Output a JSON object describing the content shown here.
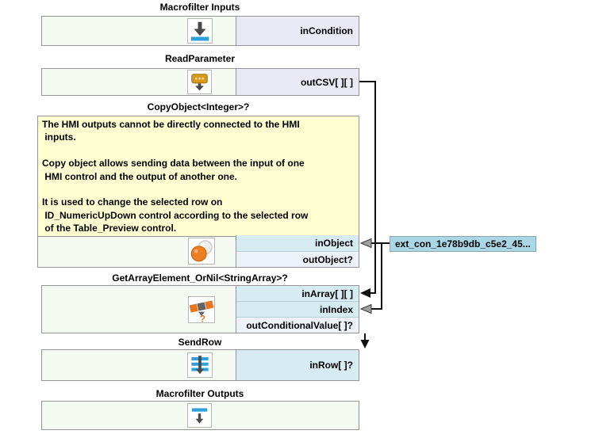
{
  "blocks": {
    "macrofilter_inputs": {
      "title": "Macrofilter Inputs",
      "ports": {
        "in_condition": "inCondition"
      }
    },
    "read_parameter": {
      "title": "ReadParameter",
      "ports": {
        "out_csv": "outCSV[ ][ ]"
      }
    },
    "copy_object": {
      "title": "CopyObject<Integer>?",
      "comment": "The HMI outputs cannot be directly connected to the HMI\n inputs.\n\nCopy object allows sending data between the input of one\n HMI control and the output of another one.\n\nIt is used to change the selected row on\n ID_NumericUpDown control according to the selected row\n of the Table_Preview control.",
      "ports": {
        "in_object": "inObject",
        "out_object": "outObject?"
      }
    },
    "get_array_element": {
      "title": "GetArrayElement_OrNil<StringArray>?",
      "ports": {
        "in_array": "inArray[ ][ ]",
        "in_index": "inIndex",
        "out_conditional_value": "outConditionalValue[ ]?"
      }
    },
    "send_row": {
      "title": "SendRow",
      "ports": {
        "in_row": "inRow[ ]?"
      }
    },
    "macrofilter_outputs": {
      "title": "Macrofilter Outputs"
    }
  },
  "external_label": {
    "text": "ext_con_1e78b9db_c5e2_45..."
  },
  "icons": {
    "question_glyph": "?",
    "names": [
      "macrofilter-input-icon",
      "read-parameter-icon",
      "copy-object-icon",
      "get-array-element-icon",
      "send-row-icon",
      "macrofilter-output-icon"
    ]
  },
  "colors": {
    "block_bg": "#F4FAF2",
    "output_cell_bg": "#EAEAF6",
    "input_cell_bg": "#D7EBF3",
    "optional_cell_bg": "#EDF1F8",
    "comment_bg": "#FFFFD2",
    "external_label_bg": "#A9D7E5",
    "icon_blue": "#2E9FD9",
    "icon_orange": "#E8761E",
    "icon_gold": "#D79A1F",
    "icon_gray": "#4A4A4A",
    "wire": "#111111"
  }
}
